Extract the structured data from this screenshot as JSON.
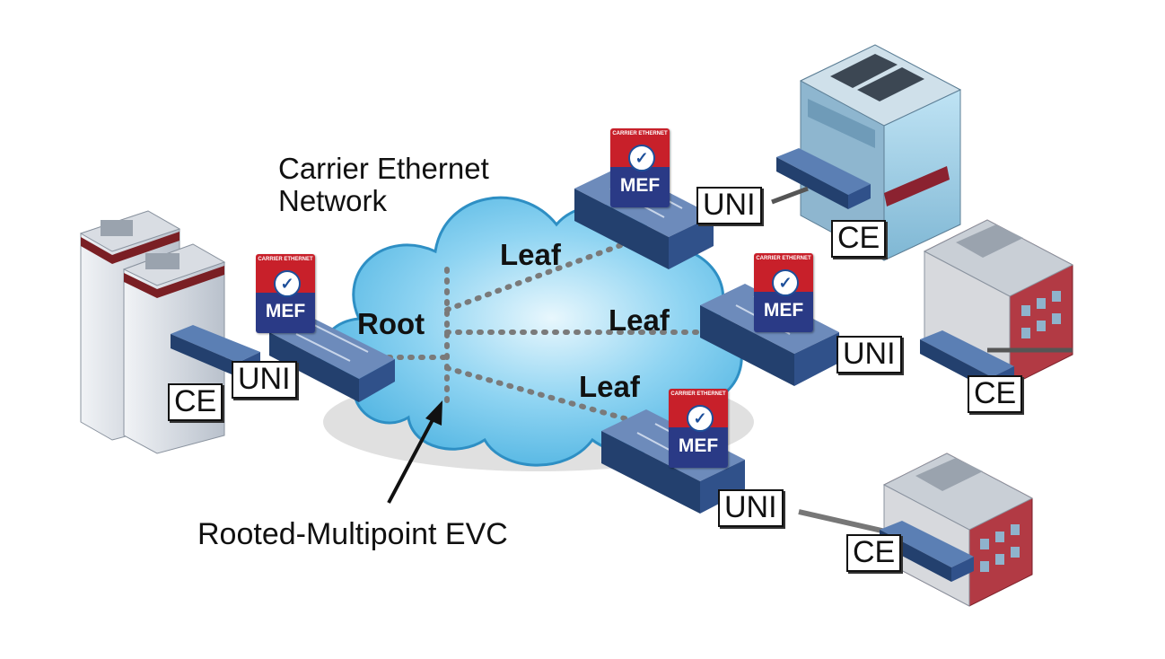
{
  "network": {
    "title_line1": "Carrier Ethernet",
    "title_line2": "Network"
  },
  "evc": {
    "caption": "Rooted-Multipoint EVC"
  },
  "roles": {
    "root": "Root",
    "leaf_top": "Leaf",
    "leaf_middle": "Leaf",
    "leaf_bottom": "Leaf"
  },
  "uni_labels": {
    "left": "UNI",
    "top": "UNI",
    "middle": "UNI",
    "bottom": "UNI"
  },
  "ce_labels": {
    "left": "CE",
    "top": "CE",
    "middle": "CE",
    "bottom": "CE"
  },
  "badge": {
    "top_text": "CARRIER ETHERNET",
    "check": "✓",
    "brand": "MEF"
  },
  "colors": {
    "cloud": "#63c3ec",
    "badge_red": "#c8202a",
    "badge_blue": "#2a3a86",
    "switch": "#3d5a8a",
    "dots": "#7a7a7a"
  }
}
